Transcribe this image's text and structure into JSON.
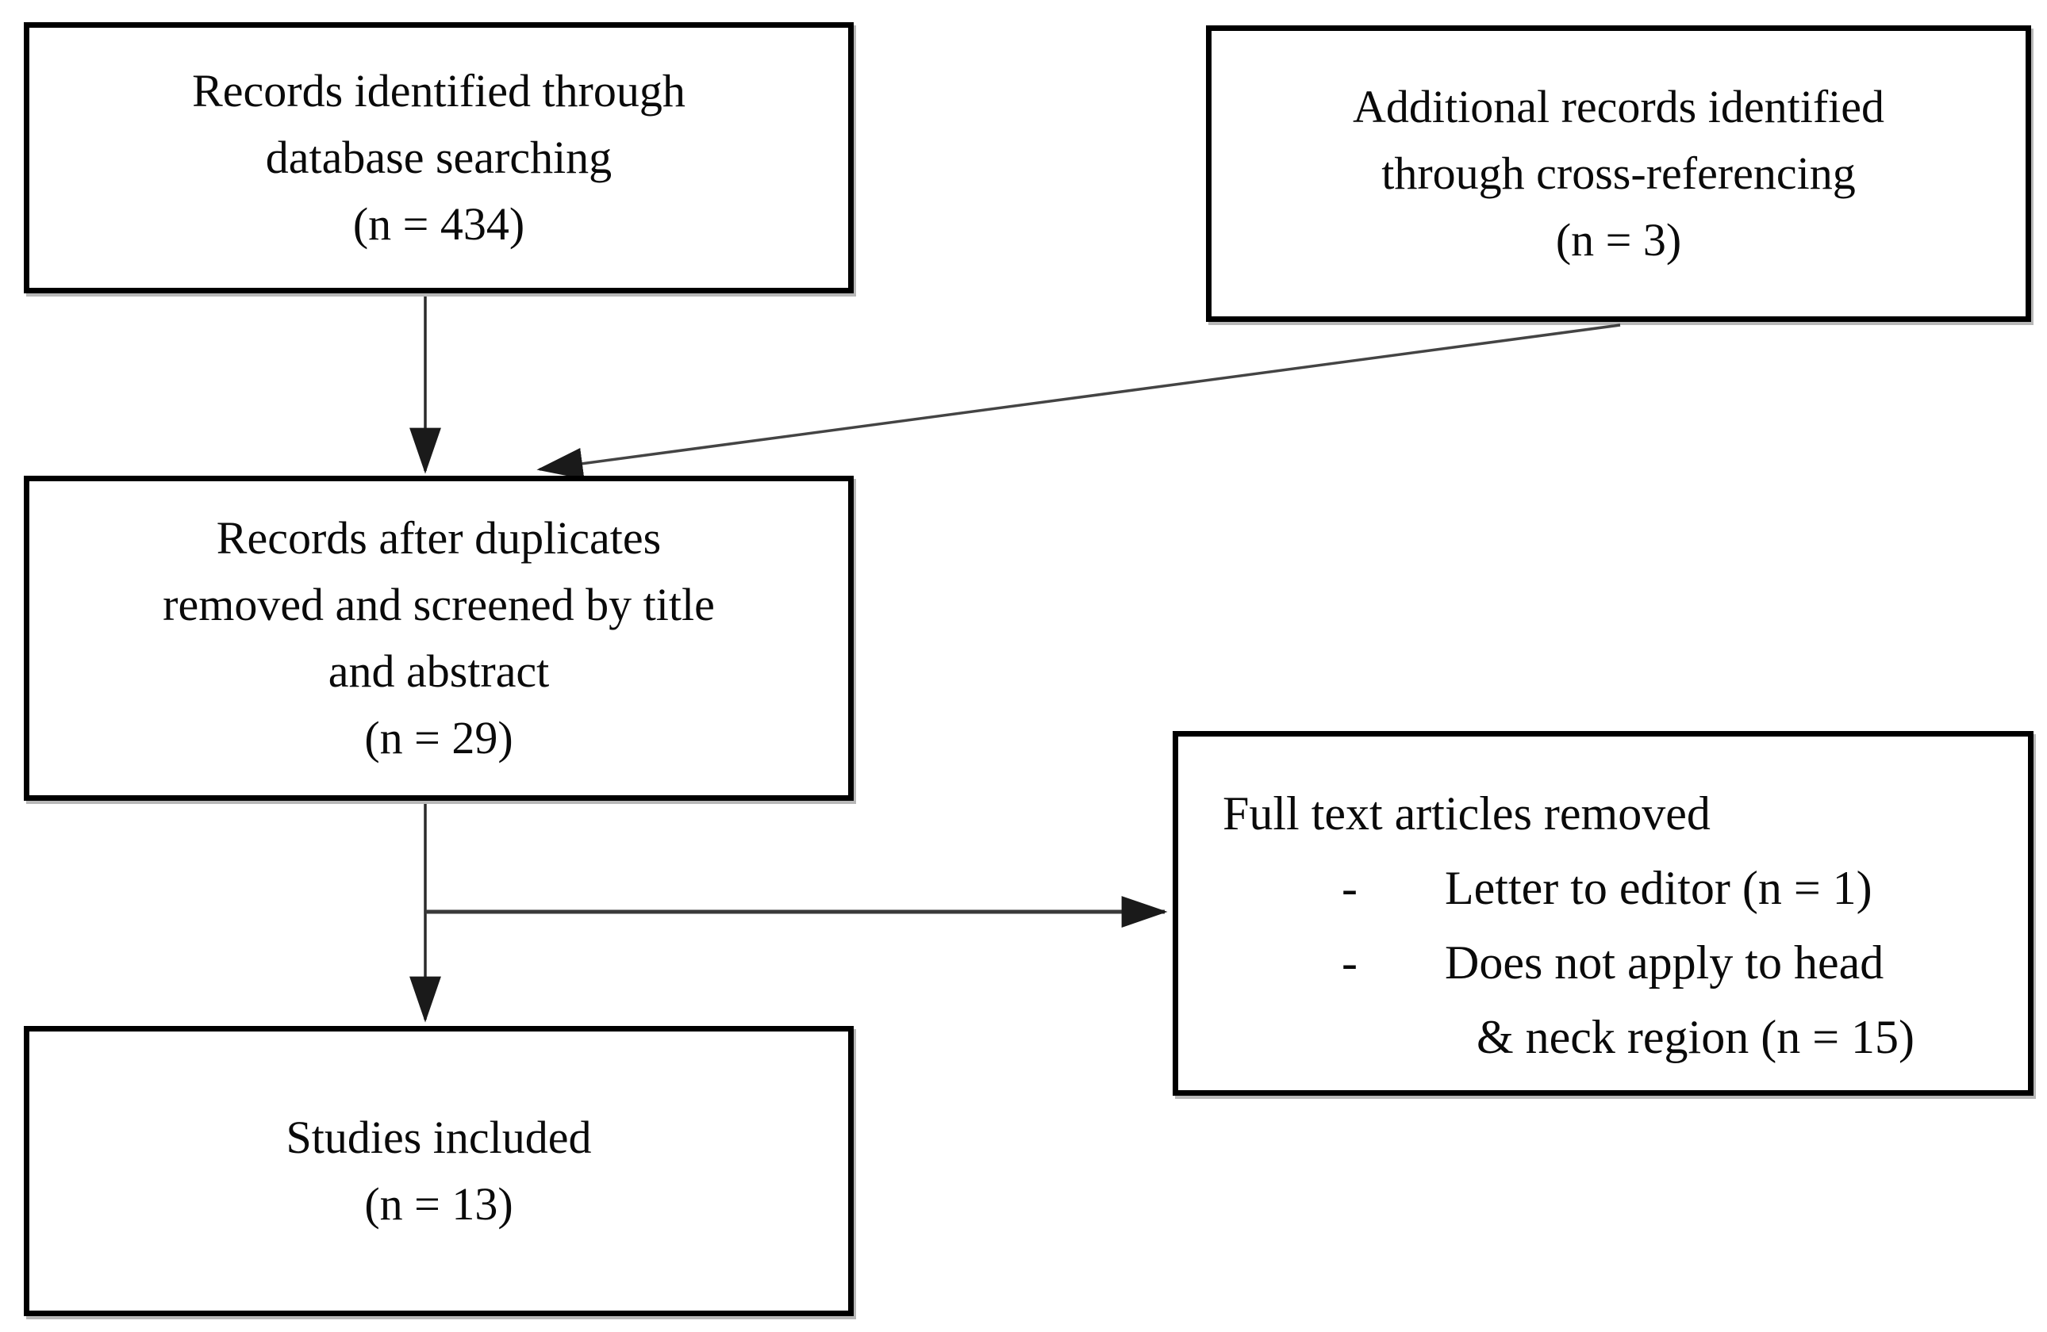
{
  "diagram": {
    "type": "flowchart",
    "background_color": "#ffffff",
    "box_border_color": "#000000",
    "arrow_color": "#2b2b2b",
    "boxes": {
      "database_search": {
        "lines": [
          "Records identified through",
          "database searching",
          "(n = 434)"
        ]
      },
      "cross_referencing": {
        "lines": [
          "Additional records identified",
          "through cross-referencing",
          "(n = 3)"
        ]
      },
      "screening": {
        "lines": [
          "Records after duplicates",
          "removed and screened by title",
          "and abstract",
          "(n = 29)"
        ]
      },
      "full_text_removed": {
        "title": "Full text articles removed",
        "bullets": [
          {
            "marker": "-",
            "lines": [
              "Letter to editor (n = 1)"
            ]
          },
          {
            "marker": "-",
            "lines": [
              "Does not apply to head",
              "& neck region (n = 15)"
            ]
          }
        ]
      },
      "included": {
        "lines": [
          "Studies included",
          "(n = 13)"
        ]
      }
    }
  }
}
